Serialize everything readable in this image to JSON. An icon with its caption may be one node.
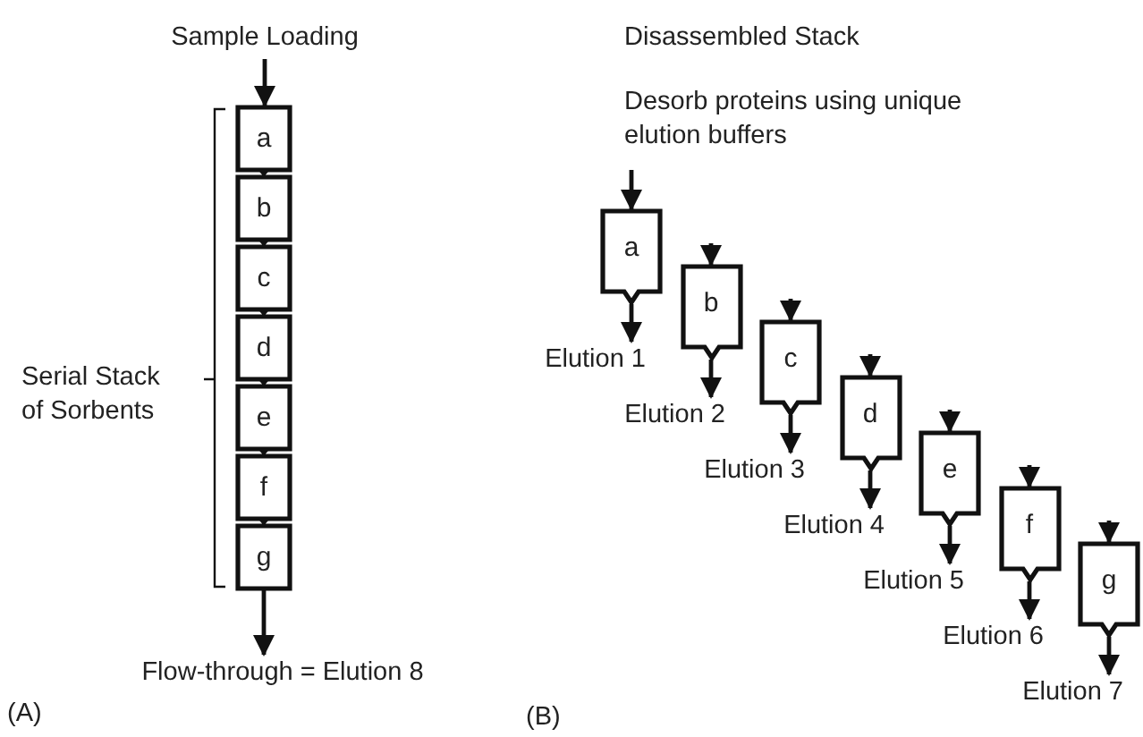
{
  "diagram": {
    "nodes": [
      {
        "text": [
          "Sample Loading"
        ]
      },
      {
        "text": [
          "a"
        ]
      },
      {
        "text": [
          "b"
        ]
      },
      {
        "text": [
          "c"
        ]
      },
      {
        "text": [
          "d"
        ]
      },
      {
        "text": [
          "e"
        ]
      },
      {
        "text": [
          "f"
        ]
      },
      {
        "text": [
          "g"
        ]
      },
      {
        "text": [
          "Flow-through = Elution 8"
        ]
      },
      {
        "text": [
          "a"
        ]
      },
      {
        "text": [
          "b"
        ]
      },
      {
        "text": [
          "c"
        ]
      },
      {
        "text": [
          "d"
        ]
      },
      {
        "text": [
          "e"
        ]
      },
      {
        "text": [
          "f"
        ]
      },
      {
        "text": [
          "g"
        ]
      },
      {
        "text": [
          "Elution 1"
        ]
      },
      {
        "text": [
          "Elution 2"
        ]
      },
      {
        "text": [
          "Elution 3"
        ]
      },
      {
        "text": [
          "Elution 4"
        ]
      },
      {
        "text": [
          "Elution 5"
        ]
      },
      {
        "text": [
          "Elution 6"
        ]
      },
      {
        "text": [
          "Elution 7"
        ]
      }
    ],
    "edges": [
      {
        "from": 0,
        "to": 1,
        "arrow": "to"
      },
      {
        "from": 1,
        "to": 2,
        "arrow": "to"
      },
      {
        "from": 2,
        "to": 3,
        "arrow": "to"
      },
      {
        "from": 3,
        "to": 4,
        "arrow": "to"
      },
      {
        "from": 4,
        "to": 5,
        "arrow": "to"
      },
      {
        "from": 5,
        "to": 6,
        "arrow": "to"
      },
      {
        "from": 6,
        "to": 7,
        "arrow": "to"
      },
      {
        "from": 7,
        "to": 8,
        "arrow": "to"
      },
      {
        "from": null,
        "to": 9,
        "arrow": "to"
      },
      {
        "from": null,
        "to": 10,
        "arrow": "to"
      },
      {
        "from": null,
        "to": 11,
        "arrow": "to"
      },
      {
        "from": null,
        "to": 12,
        "arrow": "to"
      },
      {
        "from": null,
        "to": 13,
        "arrow": "to"
      },
      {
        "from": null,
        "to": 14,
        "arrow": "to"
      },
      {
        "from": null,
        "to": 15,
        "arrow": "to"
      },
      {
        "from": 9,
        "to": 16,
        "arrow": "to"
      },
      {
        "from": 10,
        "to": 17,
        "arrow": "to"
      },
      {
        "from": 11,
        "to": 18,
        "arrow": "to"
      },
      {
        "from": 12,
        "to": 19,
        "arrow": "to"
      },
      {
        "from": 13,
        "to": 20,
        "arrow": "to"
      },
      {
        "from": 14,
        "to": 21,
        "arrow": "to"
      },
      {
        "from": 15,
        "to": 22,
        "arrow": "to"
      }
    ],
    "labels": [
      "Serial Stack of Sorbents",
      "(A)",
      "Disassembled Stack",
      "Desorb proteins using unique elution buffers",
      "(B)"
    ]
  }
}
